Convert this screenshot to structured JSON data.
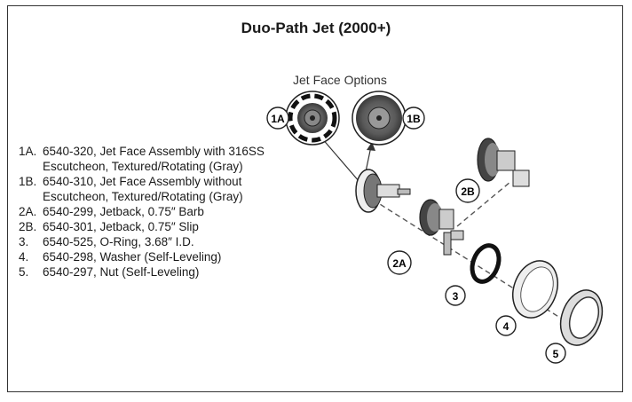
{
  "title": "Duo-Path Jet (2000+)",
  "jet_face_options_label": "Jet Face Options",
  "parts": [
    {
      "code": "1A.",
      "text": "6540-320, Jet Face Assembly with 316SS Escutcheon, Textured/Rotating (Gray)"
    },
    {
      "code": "1B.",
      "text": "6540-310, Jet Face Assembly without Escutcheon, Textured/Rotating (Gray)"
    },
    {
      "code": "2A.",
      "text": "6540-299, Jetback, 0.75″ Barb"
    },
    {
      "code": "2B.",
      "text": "6540-301, Jetback, 0.75″ Slip"
    },
    {
      "code": "3.",
      "text": "6540-525, O-Ring, 3.68″ I.D."
    },
    {
      "code": "4.",
      "text": "6540-298, Washer (Self-Leveling)"
    },
    {
      "code": "5.",
      "text": "6540-297, Nut (Self-Leveling)"
    }
  ],
  "callouts": {
    "c1a": "1A",
    "c1b": "1B",
    "c2a": "2A",
    "c2b": "2B",
    "c3": "3",
    "c4": "4",
    "c5": "5"
  }
}
